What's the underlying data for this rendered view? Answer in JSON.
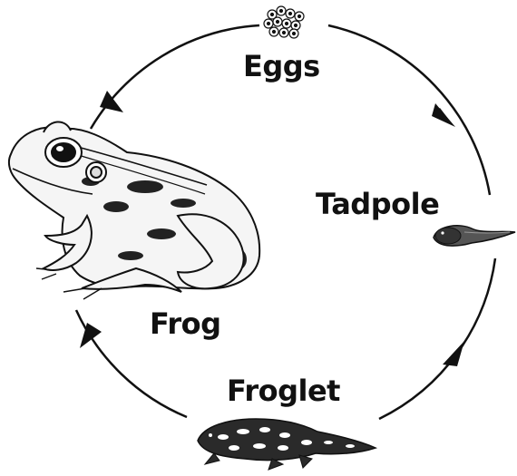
{
  "diagram": {
    "stages": {
      "eggs": "Eggs",
      "tadpole": "Tadpole",
      "froglet": "Froglet",
      "frog": "Frog"
    },
    "colors": {
      "ink": "#111111",
      "background": "#ffffff"
    },
    "icons": [
      "eggs-icon",
      "tadpole-icon",
      "froglet-icon",
      "frog-icon",
      "arrowhead-icon"
    ]
  }
}
